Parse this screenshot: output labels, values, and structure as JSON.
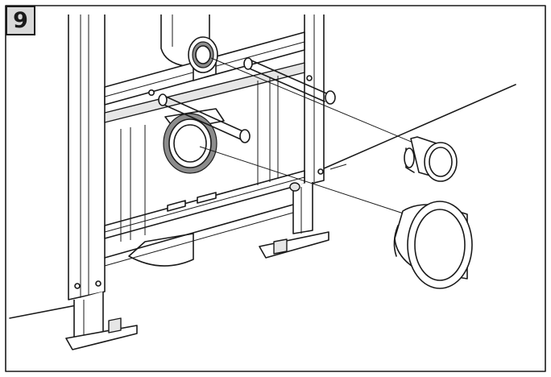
{
  "step": {
    "number": "9"
  },
  "colors": {
    "line": "#1a1a1a",
    "badge_fill": "#d9d9d9",
    "background": "#ffffff"
  },
  "parts": {
    "frame": "installation-frame",
    "small_cap": "small-pipe-cap",
    "large_cap": "large-pipe-cap"
  }
}
